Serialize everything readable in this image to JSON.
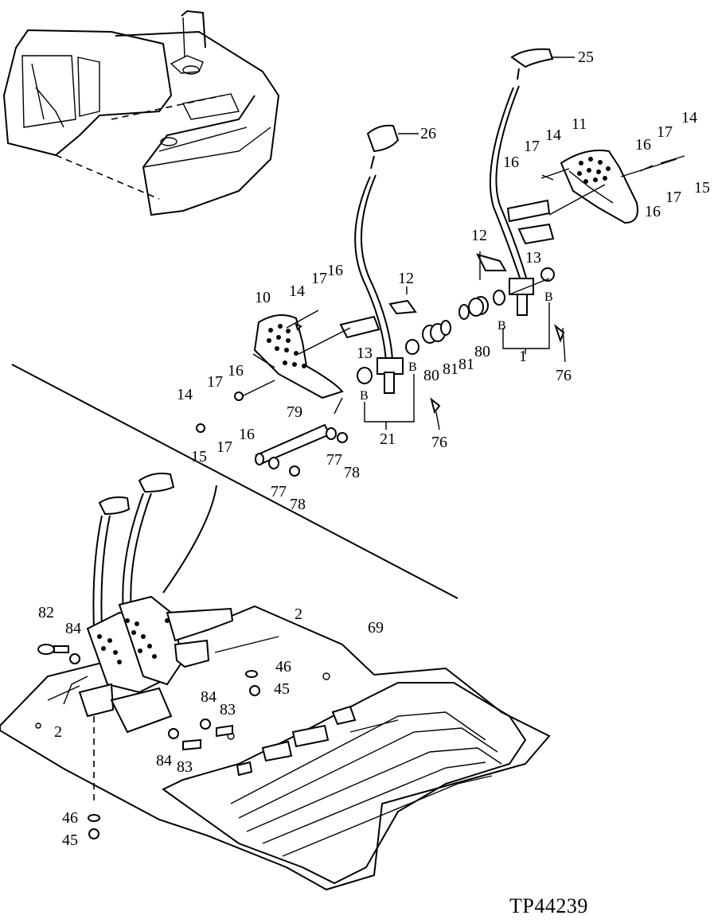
{
  "drawing_code": "TP44239",
  "callouts": {
    "c25": "25",
    "c26": "26",
    "c11": "11",
    "c14a": "14",
    "c17a": "17",
    "c16a": "16",
    "c16b": "16",
    "c17b": "17",
    "c14b": "14",
    "c15a": "15",
    "c17c": "17",
    "c16c": "16",
    "c12a": "12",
    "c13a": "13",
    "c1": "1",
    "c76a": "76",
    "c80a": "80",
    "c81a": "81",
    "c80b": "80",
    "c81b": "81",
    "c10": "10",
    "c14c": "14",
    "c17d": "17",
    "c16d": "16",
    "c12b": "12",
    "c13b": "13",
    "c14d": "14",
    "c17e": "17",
    "c16e": "16",
    "c15b": "15",
    "c17f": "17",
    "c16f": "16",
    "c79": "79",
    "c21": "21",
    "c76b": "76",
    "c77a": "77",
    "c78a": "78",
    "c77b": "77",
    "c78b": "78",
    "c2a": "2",
    "c2b": "2",
    "c69": "69",
    "c82": "82",
    "c84a": "84",
    "c46a": "46",
    "c45a": "45",
    "c84b": "84",
    "c83a": "83",
    "c84c": "84",
    "c83b": "83",
    "c46b": "46",
    "c45b": "45",
    "bA": "B",
    "bB": "B",
    "bC": "B",
    "bD": "B"
  }
}
